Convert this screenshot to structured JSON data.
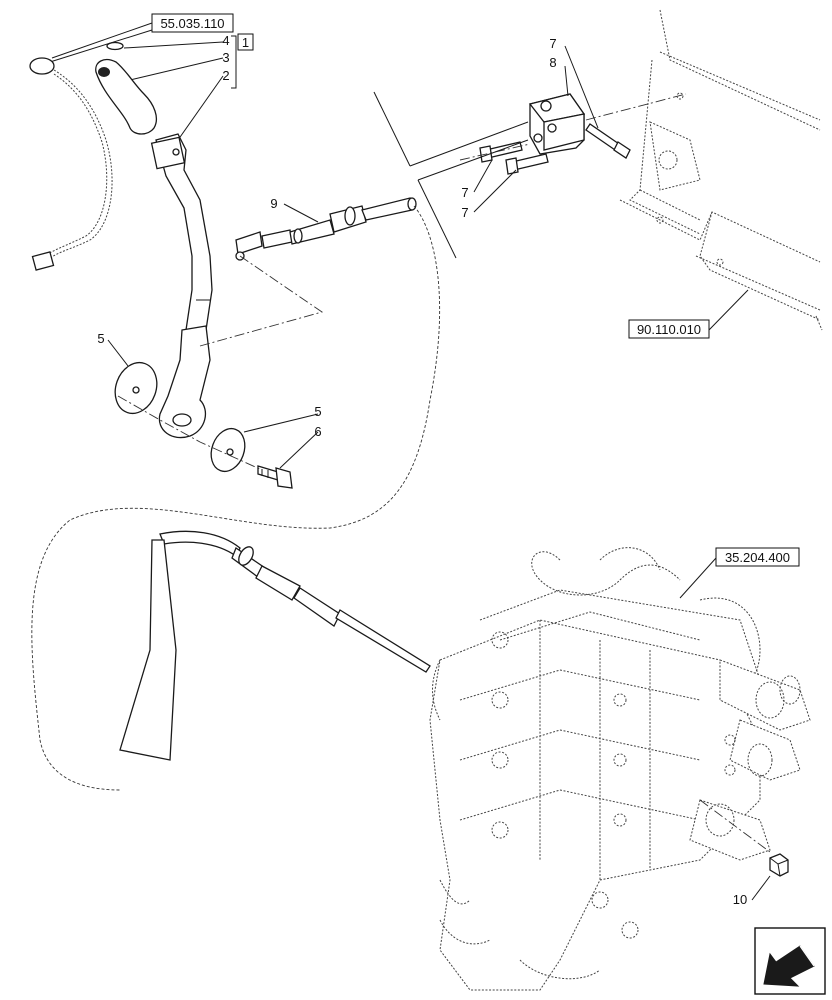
{
  "references": {
    "top_left": "55.035.110",
    "right_panel": "90.110.010",
    "valve_block": "35.204.400"
  },
  "group_box": "1",
  "callouts": [
    {
      "id": "c4",
      "text": "4"
    },
    {
      "id": "c3",
      "text": "3"
    },
    {
      "id": "c2",
      "text": "2"
    },
    {
      "id": "c7a",
      "text": "7"
    },
    {
      "id": "c8",
      "text": "8"
    },
    {
      "id": "c9",
      "text": "9"
    },
    {
      "id": "c7b",
      "text": "7"
    },
    {
      "id": "c7c",
      "text": "7"
    },
    {
      "id": "c5a",
      "text": "5"
    },
    {
      "id": "c5b",
      "text": "5"
    },
    {
      "id": "c6",
      "text": "6"
    },
    {
      "id": "c10",
      "text": "10"
    }
  ],
  "icons": [
    "orientation-arrow-icon"
  ]
}
